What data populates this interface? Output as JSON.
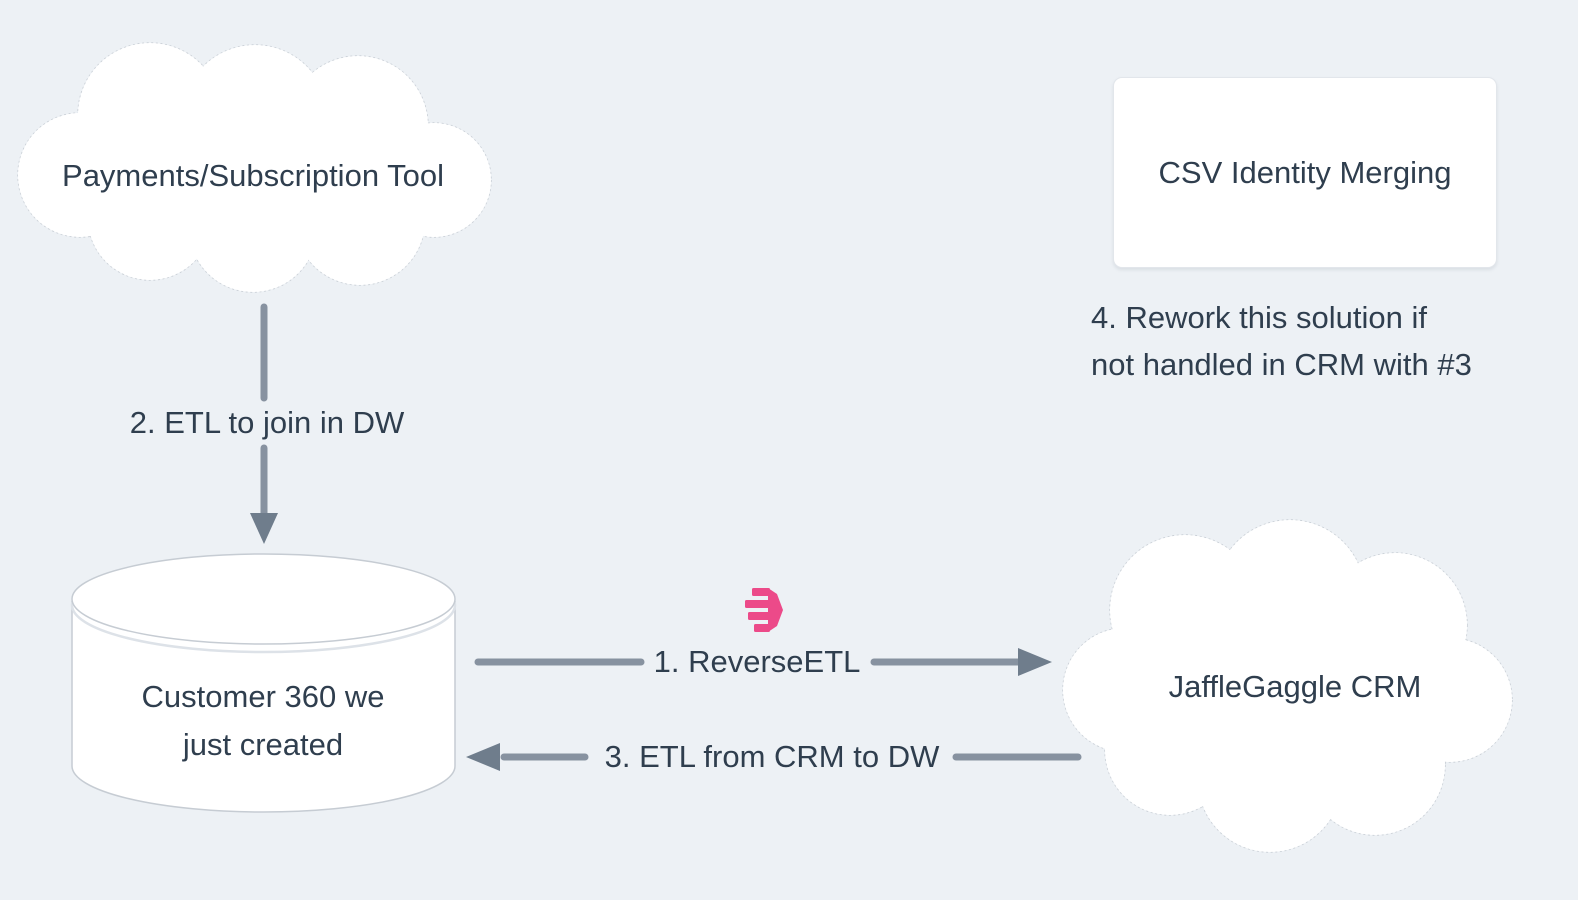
{
  "colors": {
    "canvas_bg": "#EDF1F5",
    "text": "#2F3E4E",
    "arrow_line": "#8792A0",
    "arrow_head": "#6F7D8C",
    "shape_fill": "#FFFFFF",
    "shape_stroke": "#C9CFD6",
    "cyl_stroke": "#C6CCD3",
    "cyl_shadow": "#DDE2E8",
    "card_border": "#E2E6EB",
    "accent_pink": "#EC4A89"
  },
  "nodes": {
    "payments": {
      "shape": "cloud",
      "label": "Payments/Subscription Tool"
    },
    "csv_merging": {
      "shape": "rectangle",
      "label": "CSV Identity Merging"
    },
    "warehouse": {
      "shape": "database-cylinder",
      "label_line1": "Customer 360 we",
      "label_line2": "just created"
    },
    "crm": {
      "shape": "cloud",
      "label": "JaffleGaggle CRM"
    }
  },
  "edges": {
    "step1": {
      "label": "1. ReverseETL",
      "direction": "right",
      "icon": "hightouch-icon"
    },
    "step2": {
      "label": "2. ETL to join in DW",
      "direction": "down"
    },
    "step3": {
      "label": "3. ETL from CRM to DW",
      "direction": "left"
    }
  },
  "notes": {
    "step4_line1": "4. Rework this solution if",
    "step4_line2": "not handled in CRM with #3"
  }
}
